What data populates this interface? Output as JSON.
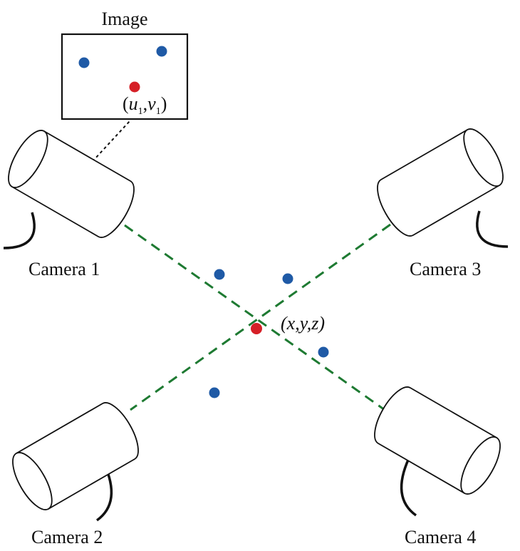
{
  "image_label": "Image",
  "image_point_label": {
    "open": "(",
    "u": "u",
    "comma": ",",
    "v": "v",
    "sub": "1",
    "close": ")"
  },
  "world_point_label": "(x,y,z)",
  "cameras": [
    {
      "label": "Camera 1"
    },
    {
      "label": "Camera 2"
    },
    {
      "label": "Camera 3"
    },
    {
      "label": "Camera 4"
    }
  ],
  "colors": {
    "ray": "#1e7a32",
    "target_point": "#d62027",
    "other_point": "#1f5aa6",
    "stroke": "#111111"
  }
}
